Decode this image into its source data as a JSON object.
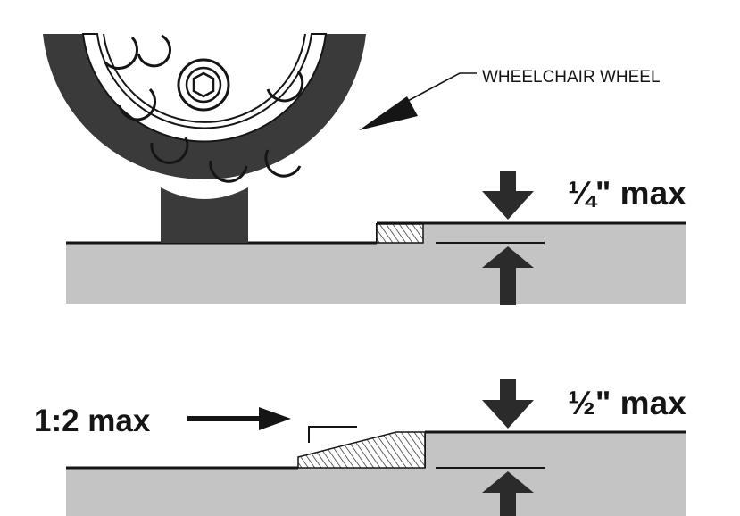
{
  "top_diagram": {
    "wheel_label": "WHEELCHAIR WHEEL",
    "level_change_label": "¼\" max"
  },
  "bottom_diagram": {
    "level_change_label": "½\" max",
    "slope_label": "1:2 max"
  },
  "colors": {
    "ground": "#c4c4c4",
    "tire": "#3a3a3a",
    "ink": "#151515",
    "paper": "#ffffff"
  }
}
